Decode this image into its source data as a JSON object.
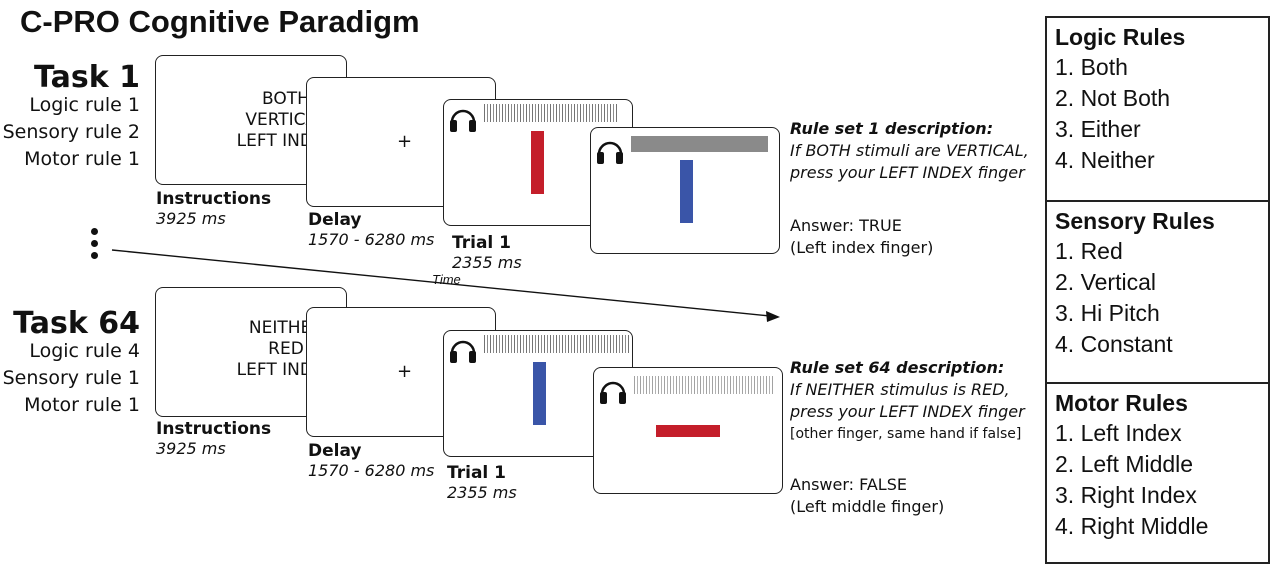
{
  "title": "C-PRO Cognitive Paradigm",
  "time_label": "Time",
  "tasks": [
    {
      "name": "Task 1",
      "rules": [
        "Logic rule 1",
        "Sensory rule 2",
        "Motor rule 1"
      ],
      "instruction_lines": [
        "BOTH",
        "VERTICAL",
        "LEFT INDEX"
      ],
      "instructions_label": "Instructions",
      "instructions_time": "3925 ms",
      "delay_symbol": "+",
      "delay_label": "Delay",
      "delay_time": "1570 - 6280 ms",
      "trial_label": "Trial 1",
      "trial_time": "2355 ms",
      "description_title": "Rule set 1 description:",
      "description_lines": [
        "If BOTH stimuli are VERTICAL,",
        "press your LEFT INDEX finger"
      ],
      "description_note": "",
      "answer": "Answer: TRUE",
      "answer_finger": "(Left index finger)"
    },
    {
      "name": "Task 64",
      "rules": [
        "Logic rule 4",
        "Sensory rule 1",
        "Motor rule 1"
      ],
      "instruction_lines": [
        "NEITHER",
        "RED",
        "LEFT INDEX"
      ],
      "instructions_label": "Instructions",
      "instructions_time": "3925 ms",
      "delay_symbol": "+",
      "delay_label": "Delay",
      "delay_time": "1570 - 6280 ms",
      "trial_label": "Trial 1",
      "trial_time": "2355 ms",
      "description_title": "Rule set 64 description:",
      "description_lines": [
        "If NEITHER stimulus is RED,",
        "press your LEFT INDEX finger"
      ],
      "description_note": "[other finger, same hand if false]",
      "answer": "Answer: FALSE",
      "answer_finger": "(Left middle finger)"
    }
  ],
  "rule_panels": [
    {
      "title": "Logic Rules",
      "items": [
        "1. Both",
        "2. Not Both",
        "3. Either",
        "4. Neither"
      ]
    },
    {
      "title": "Sensory Rules",
      "items": [
        "1. Red",
        "2. Vertical",
        "3. Hi Pitch",
        "4. Constant"
      ]
    },
    {
      "title": "Motor Rules",
      "items": [
        "1. Left Index",
        "2. Left Middle",
        "3. Right Index",
        "4. Right Middle"
      ]
    }
  ],
  "colors": {
    "red_stimulus": "#c41e2a",
    "blue_stimulus": "#3a55a8",
    "gray_bar": "#8a8a8a"
  },
  "icons": [
    "headphones-icon",
    "audio-waveform-icon",
    "ellipsis-vertical-icon",
    "arrow-right-icon"
  ]
}
